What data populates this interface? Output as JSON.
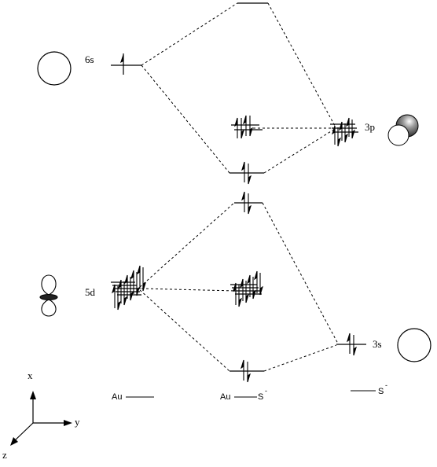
{
  "labels": {
    "au_6s": "6s",
    "au_5d": "5d",
    "s_3p": "3p",
    "s_3s": "3s",
    "bottom_au": "Au",
    "bottom_aus_au": "Au",
    "bottom_aus_s": "S",
    "bottom_aus_charge": "-",
    "bottom_s": "S",
    "bottom_s_charge": "-"
  },
  "axes": {
    "x": "x",
    "y": "y",
    "z": "z"
  },
  "levels": [
    {
      "id": "au-6s",
      "electrons": 1
    },
    {
      "id": "au-5d",
      "electrons": 10
    },
    {
      "id": "mo-top",
      "electrons": 0
    },
    {
      "id": "mo-nonbonding-p",
      "electrons": 4
    },
    {
      "id": "mo-homo",
      "electrons": 2
    },
    {
      "id": "mo-upper-d",
      "electrons": 2
    },
    {
      "id": "mo-nonbonding-d",
      "electrons": 8
    },
    {
      "id": "mo-bottom",
      "electrons": 2
    },
    {
      "id": "s-3p",
      "electrons": 6
    },
    {
      "id": "s-3s",
      "electrons": 2
    }
  ]
}
